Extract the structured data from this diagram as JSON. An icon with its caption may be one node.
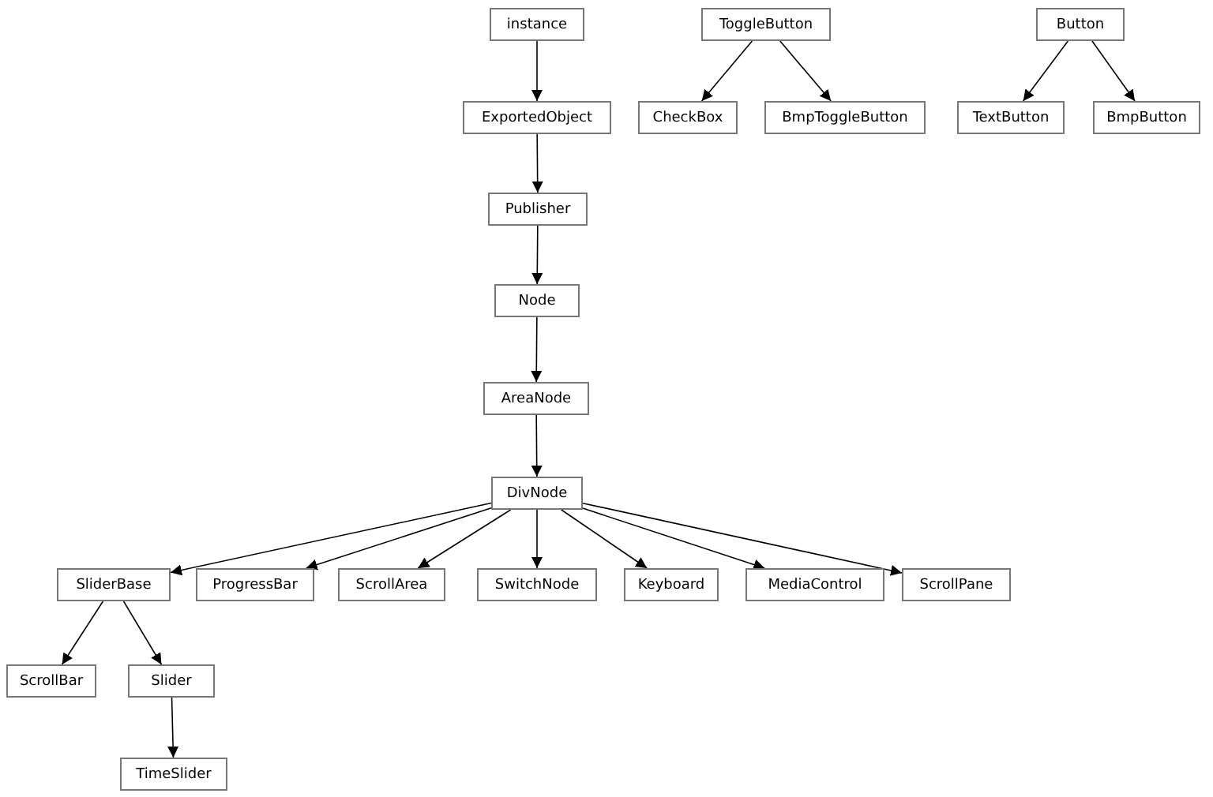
{
  "diagram": {
    "nodes": [
      {
        "text": [
          "instance"
        ]
      },
      {
        "text": [
          "ExportedObject"
        ]
      },
      {
        "text": [
          "Publisher"
        ]
      },
      {
        "text": [
          "Node"
        ]
      },
      {
        "text": [
          "AreaNode"
        ]
      },
      {
        "text": [
          "DivNode"
        ]
      },
      {
        "text": [
          "ToggleButton"
        ]
      },
      {
        "text": [
          "CheckBox"
        ]
      },
      {
        "text": [
          "BmpToggleButton"
        ]
      },
      {
        "text": [
          "Button"
        ]
      },
      {
        "text": [
          "TextButton"
        ]
      },
      {
        "text": [
          "BmpButton"
        ]
      },
      {
        "text": [
          "SliderBase"
        ]
      },
      {
        "text": [
          "ProgressBar"
        ]
      },
      {
        "text": [
          "ScrollArea"
        ]
      },
      {
        "text": [
          "SwitchNode"
        ]
      },
      {
        "text": [
          "Keyboard"
        ]
      },
      {
        "text": [
          "MediaControl"
        ]
      },
      {
        "text": [
          "ScrollPane"
        ]
      },
      {
        "text": [
          "ScrollBar"
        ]
      },
      {
        "text": [
          "Slider"
        ]
      },
      {
        "text": [
          "TimeSlider"
        ]
      }
    ],
    "edges": [
      {
        "from": 0,
        "to": 1,
        "arrow": "to"
      },
      {
        "from": 1,
        "to": 2,
        "arrow": "to"
      },
      {
        "from": 2,
        "to": 3,
        "arrow": "to"
      },
      {
        "from": 3,
        "to": 4,
        "arrow": "to"
      },
      {
        "from": 4,
        "to": 5,
        "arrow": "to"
      },
      {
        "from": 6,
        "to": 7,
        "arrow": "to"
      },
      {
        "from": 6,
        "to": 8,
        "arrow": "to"
      },
      {
        "from": 9,
        "to": 10,
        "arrow": "to"
      },
      {
        "from": 9,
        "to": 11,
        "arrow": "to"
      },
      {
        "from": 5,
        "to": 12,
        "arrow": "to"
      },
      {
        "from": 5,
        "to": 13,
        "arrow": "to"
      },
      {
        "from": 5,
        "to": 14,
        "arrow": "to"
      },
      {
        "from": 5,
        "to": 15,
        "arrow": "to"
      },
      {
        "from": 5,
        "to": 16,
        "arrow": "to"
      },
      {
        "from": 5,
        "to": 17,
        "arrow": "to"
      },
      {
        "from": 5,
        "to": 18,
        "arrow": "to"
      },
      {
        "from": 12,
        "to": 19,
        "arrow": "to"
      },
      {
        "from": 12,
        "to": 20,
        "arrow": "to"
      },
      {
        "from": 20,
        "to": 21,
        "arrow": "to"
      }
    ]
  }
}
